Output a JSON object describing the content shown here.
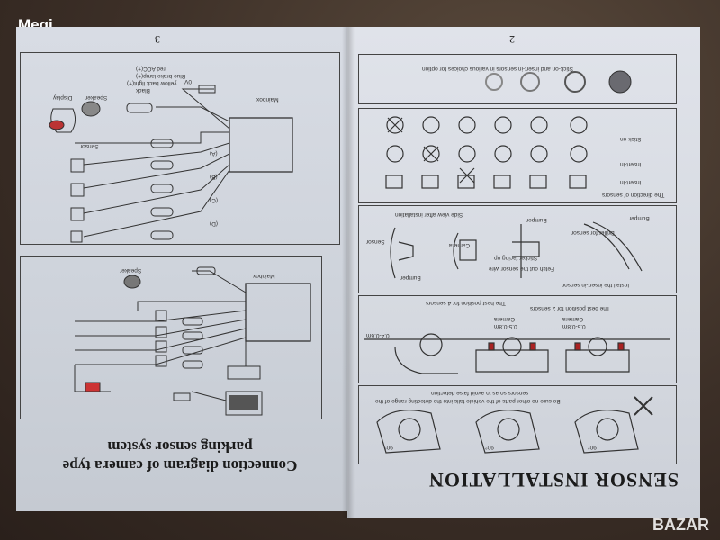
{
  "watermark": "Megi",
  "logo": "BAZAR",
  "left_page": {
    "page_number": "3",
    "title_line1": "Connection diagram of camera type",
    "title_line2": "parking sensor system",
    "top_diagram": {
      "mainbox": "Mainbox",
      "display": "Display",
      "speaker": "Speaker",
      "sensor": "Sensor",
      "channels": [
        "(A)",
        "(B)",
        "(C)",
        "(D)"
      ],
      "power": "0V",
      "wire_notes": [
        "red ACC(+)",
        "Blue brake lamp(+)",
        "yellow back light(+)",
        "Black"
      ]
    },
    "bottom_diagram": {
      "mainbox": "Mainbox",
      "speaker": "Speaker"
    }
  },
  "right_page": {
    "page_number": "2",
    "title": "SENSOR INSTALLATION",
    "notes": {
      "false_detection_1": "Be sure no other parts of the vehicle falls into the detecting range of the",
      "false_detection_2": "sensors so as to avoid false detection",
      "angle": "90°",
      "best_position_2": "The best position for 2 sensors",
      "best_position_4": "The best position for 4 sensors",
      "height": "0.4-0.6m",
      "camera": "Camera",
      "spacing": "0.5-0.8m",
      "install_insert": "Install the insert-in sensor",
      "bumper": "Bumper",
      "driller": "Driller for sensor",
      "fetch": "Fetch out the sensor wire",
      "sticker": "Sticker facing up",
      "sensor": "Sensor",
      "side_view": "Side view after installation",
      "direction": "The direction of sensors",
      "insert_in": "Insert-in",
      "stick_on": "Stick-on",
      "stick_or_insert": "Stick-on and insert-in sensors in various choices for option"
    }
  }
}
